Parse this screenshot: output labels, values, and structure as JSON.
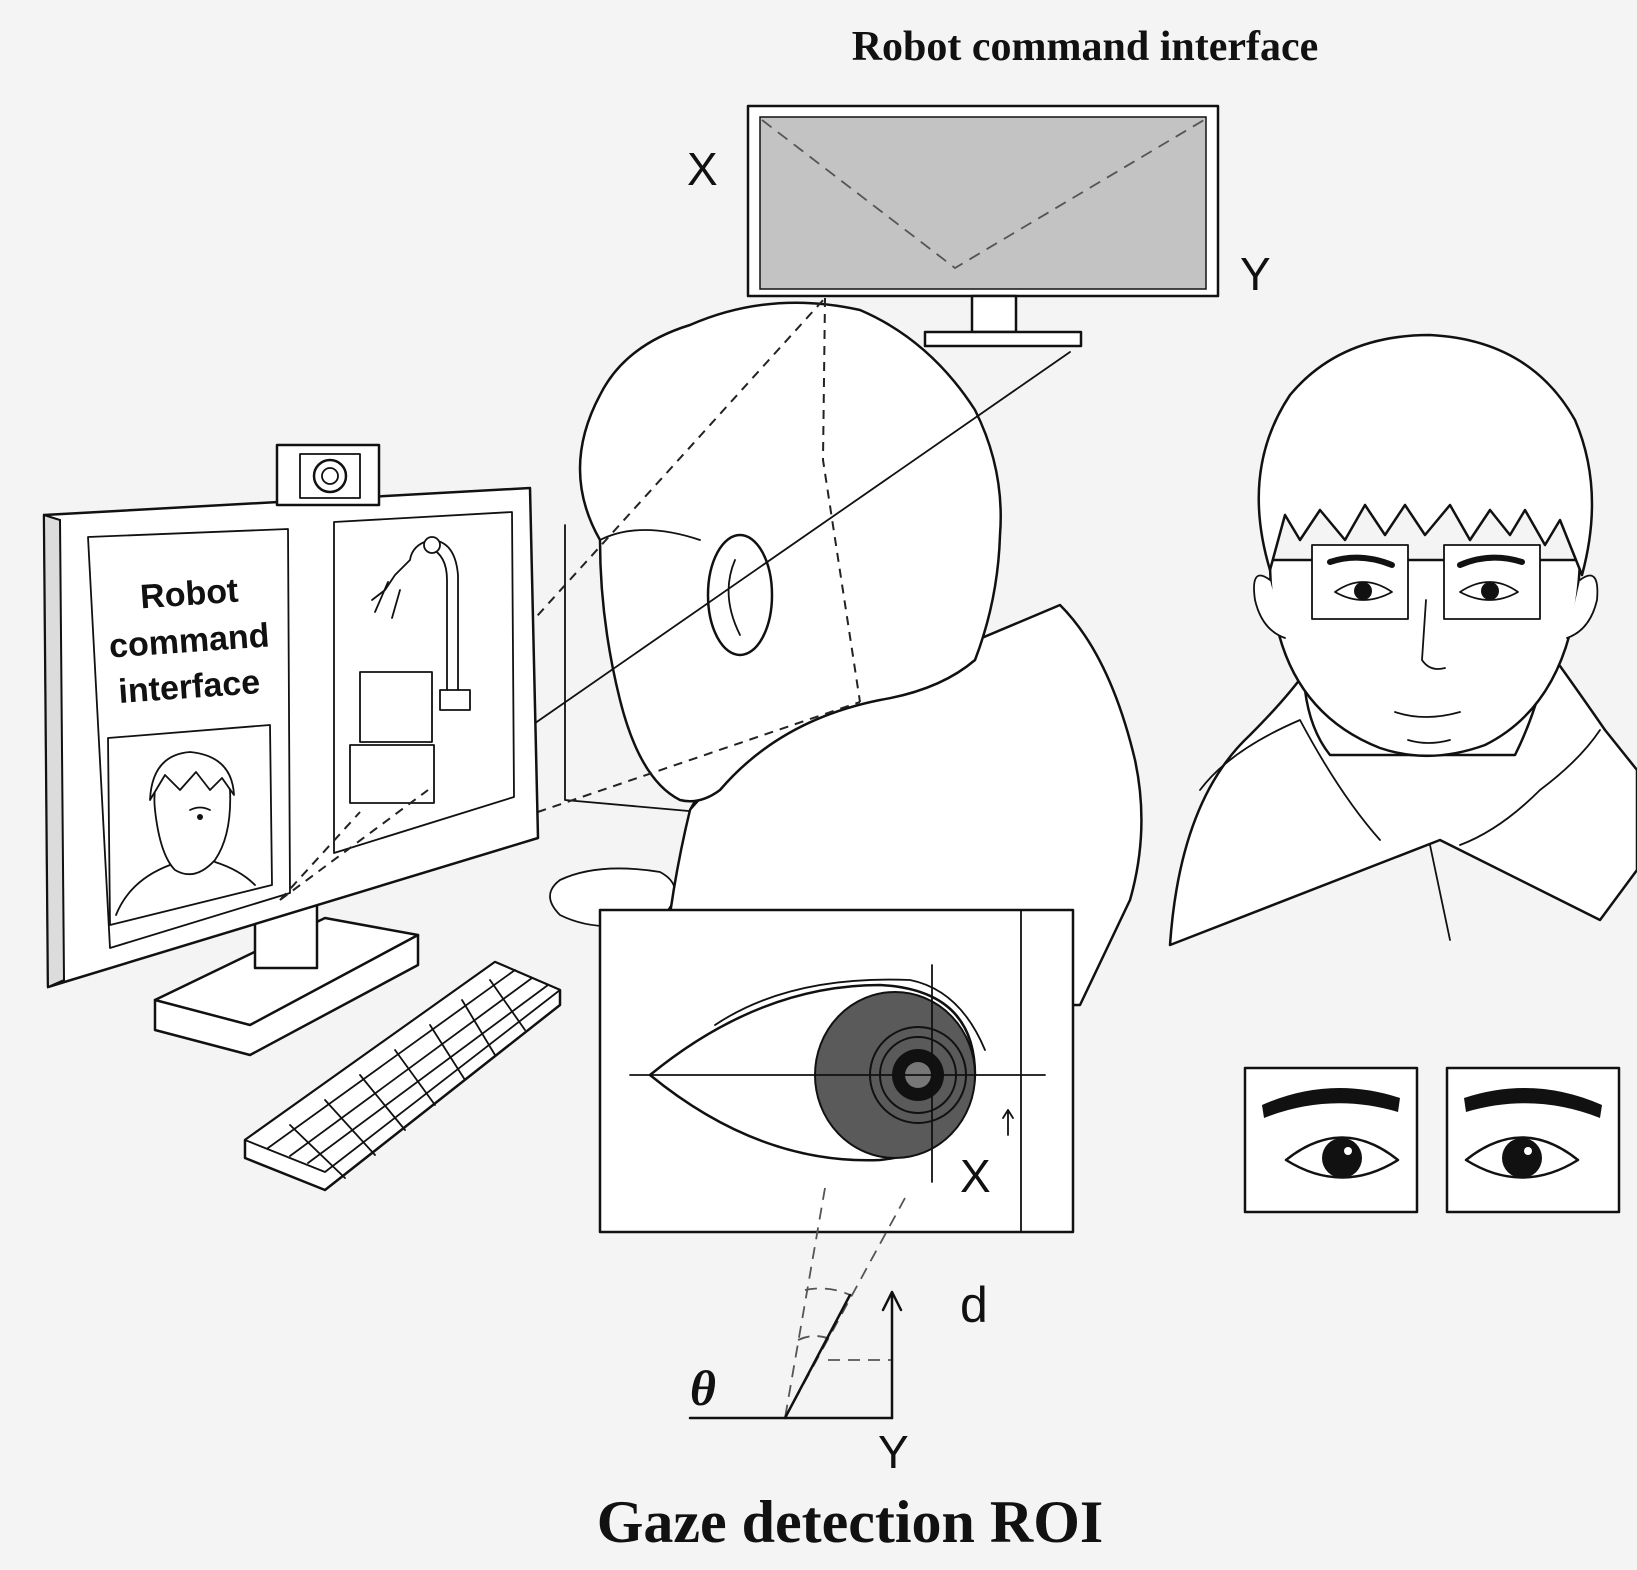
{
  "top_monitor": {
    "title": "Robot command interface",
    "axis_x": "X",
    "axis_y": "Y"
  },
  "left_monitor": {
    "panel_text": [
      "Robot",
      "command",
      "interface"
    ]
  },
  "eye_roi": {
    "axis_x": "X"
  },
  "gaze_geometry": {
    "angle_label": "θ",
    "distance_label": "d",
    "axis_y": "Y"
  },
  "caption": "Gaze detection ROI",
  "colors": {
    "screen_fill": "#c3c3c3",
    "iris_fill": "#5a5a5a",
    "line": "#111111",
    "background": "#f4f4f4"
  }
}
